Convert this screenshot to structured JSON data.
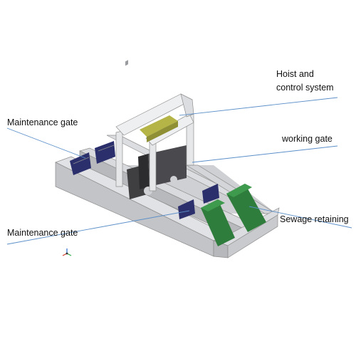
{
  "labels": {
    "hoist_line1": "Hoist and",
    "hoist_line2": "control system",
    "working_gate": "working gate",
    "maintenance_gate_upper": "Maintenance gate",
    "maintenance_gate_lower": "Maintenance gate",
    "sewage_retaining": "Sewage retaining"
  },
  "colors": {
    "concrete_top": "#d9dadd",
    "concrete_side": "#c4c5c8",
    "concrete_front": "#b9babd",
    "maintenance_gate": "#2b2f6b",
    "working_gate_body": "#3f3f42",
    "sewage_gate": "#2f7d3c",
    "hoist_frame": "#e6e7e9",
    "hoist_motor": "#b5b547",
    "leader_line": "#5b8fc9"
  },
  "icons": {
    "axis_gizmo": "coordinate-axes-icon"
  }
}
